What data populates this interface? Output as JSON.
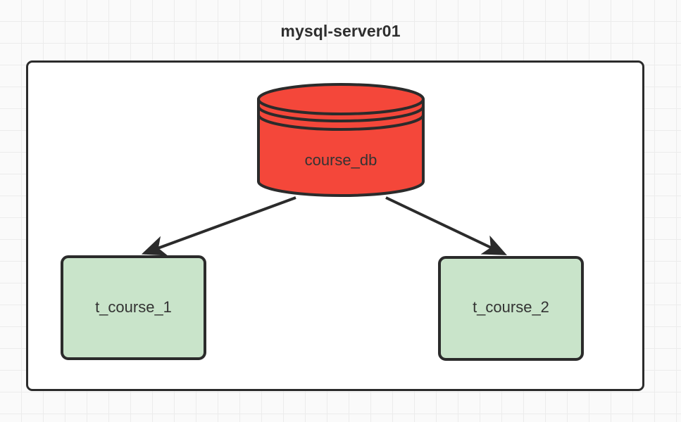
{
  "diagram": {
    "title": "mysql-server01",
    "type": "database-sharding-diagram",
    "container": {
      "name": "mysql-server01",
      "fill": "#ffffff",
      "stroke": "#2b2b2b"
    },
    "nodes": [
      {
        "id": "course_db",
        "label": "course_db",
        "shape": "cylinder",
        "fill": "#f4473a",
        "stroke": "#2b2b2b",
        "text_color": "#333333"
      },
      {
        "id": "t_course_1",
        "label": "t_course_1",
        "shape": "rounded-rect",
        "fill": "#c9e4ca",
        "stroke": "#2b2b2b",
        "text_color": "#333333"
      },
      {
        "id": "t_course_2",
        "label": "t_course_2",
        "shape": "rounded-rect",
        "fill": "#c9e4ca",
        "stroke": "#2b2b2b",
        "text_color": "#333333"
      }
    ],
    "edges": [
      {
        "from": "course_db",
        "to": "t_course_1",
        "arrow": "solid-triangle",
        "stroke": "#2b2b2b"
      },
      {
        "from": "course_db",
        "to": "t_course_2",
        "arrow": "solid-triangle",
        "stroke": "#2b2b2b"
      }
    ],
    "background": {
      "color": "#fafafa",
      "grid_color": "#ececec",
      "grid_spacing": 31
    }
  }
}
